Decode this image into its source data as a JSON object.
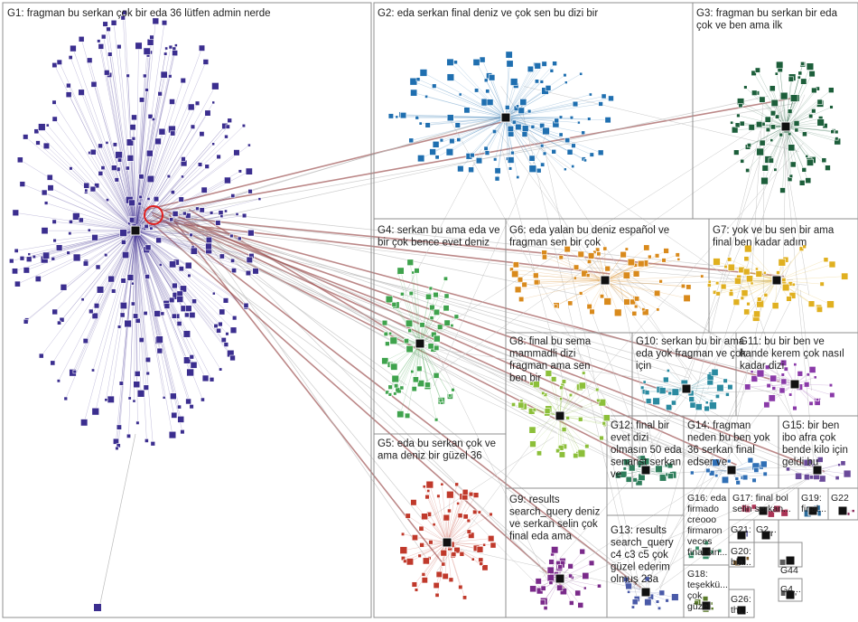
{
  "groups": [
    {
      "id": "G1",
      "label_lines": [
        "G1: fragman bu serkan çok bir eda 36 lütfen admin nerde"
      ],
      "color": "#3b2e8f",
      "nodes": 320
    },
    {
      "id": "G2",
      "label_lines": [
        "G2: eda serkan final deniz ve çok sen bu dizi bir"
      ],
      "color": "#1f6fb0",
      "nodes": 120
    },
    {
      "id": "G3",
      "label_lines": [
        "G3: fragman bu serkan bir eda",
        "çok ve ben ama ilk"
      ],
      "color": "#1c5e3a",
      "nodes": 90
    },
    {
      "id": "G4",
      "label_lines": [
        "G4: serkan bu ama eda ve",
        "bir çok bence evet deniz"
      ],
      "color": "#3fa34d",
      "nodes": 70
    },
    {
      "id": "G5",
      "label_lines": [
        "G5: eda bu serkan çok ve",
        "ama deniz bir güzel 36"
      ],
      "color": "#c0392b",
      "nodes": 70
    },
    {
      "id": "G6",
      "label_lines": [
        "G6: eda yalan bu deniz español ve",
        "fragman sen bir çok"
      ],
      "color": "#d98a1c",
      "nodes": 65
    },
    {
      "id": "G7",
      "label_lines": [
        "G7: yok ve bu sen bir ama",
        "final ben kadar adım"
      ],
      "color": "#e0b020",
      "nodes": 55
    },
    {
      "id": "G8",
      "label_lines": [
        "G8: final bu sema",
        "mammadli dizi",
        "fragman ama sen",
        "ben bir"
      ],
      "color": "#8cbf3a",
      "nodes": 45
    },
    {
      "id": "G9",
      "label_lines": [
        "G9: results",
        "search_query deniz",
        "ve serkan selin çok",
        "final eda ama"
      ],
      "color": "#7a2a8a",
      "nodes": 35
    },
    {
      "id": "G10",
      "label_lines": [
        "G10: serkan bu bir ama",
        "eda yok fragman ve çok",
        "için"
      ],
      "color": "#2a8aa0",
      "nodes": 35
    },
    {
      "id": "G11",
      "label_lines": [
        "G11: bu bir ben ve",
        "hande kerem çok nasıl",
        "kadar dizi"
      ],
      "color": "#8a3aa8",
      "nodes": 30
    },
    {
      "id": "G12",
      "label_lines": [
        "G12: final bir",
        "evet dizi",
        "olmasın 50 eda",
        "senarist serkan",
        "ve"
      ],
      "color": "#2e7d5b",
      "nodes": 22
    },
    {
      "id": "G13",
      "label_lines": [
        "G13: results",
        "search_query",
        "c4 c3 c5 çok",
        "güzel ederim",
        "olmuş 23a"
      ],
      "color": "#4a5aa8",
      "nodes": 15
    },
    {
      "id": "G14",
      "label_lines": [
        "G14: fragman",
        "neden bu ben yok",
        "36 serkan final",
        "edser ve"
      ],
      "color": "#2f6fb5",
      "nodes": 20
    },
    {
      "id": "G15",
      "label_lines": [
        "G15: bir ben",
        "ibo afra çok",
        "bende kilo için",
        "geldi bu"
      ],
      "color": "#6a4a9a",
      "nodes": 15
    },
    {
      "id": "G16",
      "label_lines": [
        "G16: eda",
        "firmado",
        "creooo",
        "firmaron",
        "veces",
        "final sin..."
      ],
      "color": "#3a8f6a",
      "nodes": 10
    },
    {
      "id": "G17",
      "label_lines": [
        "G17: final bol",
        "selin serkan..."
      ],
      "color": "#aa3355",
      "nodes": 8
    },
    {
      "id": "G18",
      "label_lines": [
        "G18:",
        "teşekkü...",
        "çok",
        "güzel"
      ],
      "color": "#5a7a2a",
      "nodes": 6
    },
    {
      "id": "G19",
      "label_lines": [
        "G19:",
        "final..."
      ],
      "color": "#2a6a9a",
      "nodes": 6
    },
    {
      "id": "G20",
      "label_lines": [
        "G20:",
        "bla..."
      ],
      "color": "#7a5a2a",
      "nodes": 5
    },
    {
      "id": "G21",
      "label_lines": [
        "G21:"
      ],
      "color": "#3a3a8a",
      "nodes": 4
    },
    {
      "id": "G22",
      "label_lines": [
        "G22"
      ],
      "color": "#8a2a5a",
      "nodes": 4
    },
    {
      "id": "G26",
      "label_lines": [
        "G26:",
        "thi..."
      ],
      "color": "#2a8a8a",
      "nodes": 3
    },
    {
      "id": "G2x",
      "label_lines": [
        "G2..."
      ],
      "color": "#5a5a5a",
      "nodes": 3
    },
    {
      "id": "G44",
      "label_lines": [
        "G44"
      ],
      "color": "#5a5a5a",
      "nodes": 3
    },
    {
      "id": "G4x",
      "label_lines": [
        "G4..."
      ],
      "color": "#5a5a5a",
      "nodes": 3
    }
  ]
}
